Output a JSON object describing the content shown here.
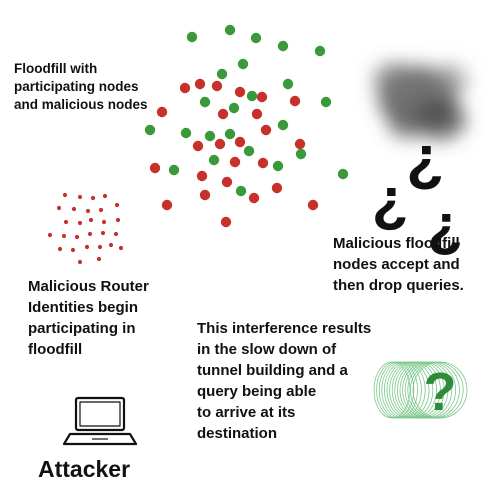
{
  "labels": {
    "floodfill": "Floodfill with\nparticipating nodes\nand malicious nodes",
    "malicious_floodfill": "Malicious floodfill\nnodes accept and\nthen drop queries.",
    "malicious_router": "Malicious Router\nIdentities  begin\nparticipating in\nfloodfill",
    "interference": "This interference results\nin the slow down of\ntunnel building  and a\nquery being able\n to arrive at its\ndestination",
    "attacker": "Attacker"
  },
  "colors": {
    "participating_node": "#3a9a3a",
    "malicious_node": "#c8302c",
    "cloud": "#555555",
    "question_mark": "#111111",
    "green_question_mark": "#2f8a3a",
    "green_rings": "#7bc88a",
    "text": "#111111"
  },
  "icons": {
    "smoke_cloud": "smoke-cloud-icon",
    "question_marks": "question-marks-icon",
    "green_question": "green-question-mark-icon",
    "laptop": "laptop-icon"
  }
}
